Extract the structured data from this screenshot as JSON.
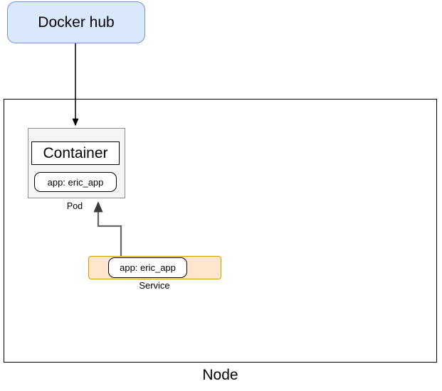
{
  "diagram": {
    "title_note": "Kubernetes node diagram",
    "docker_hub": {
      "label": "Docker hub",
      "fill": "#dae8fc",
      "stroke": "#7293cb"
    },
    "node": {
      "label": "Node",
      "fill": "#ffffff",
      "stroke": "#000000"
    },
    "pod": {
      "label": "Pod",
      "fill": "#f5f5f5",
      "stroke": "#8c8c8c",
      "container": {
        "label": "Container",
        "fill": "#ffffff",
        "stroke": "#000000"
      },
      "app_label": {
        "label": "app: eric_app",
        "fill": "#ffffff",
        "stroke": "#000000"
      }
    },
    "service": {
      "label": "Service",
      "fill": "#ffe6cc",
      "stroke": "#d79b00",
      "app_label": {
        "label": "app: eric_app",
        "fill": "#ffffff",
        "stroke": "#000000"
      }
    },
    "connectors": [
      {
        "name": "docker-hub-to-pod",
        "from": "Docker hub",
        "to": "Pod",
        "color": "#000000",
        "arrowhead": "end"
      },
      {
        "name": "service-to-pod",
        "from": "Service",
        "to": "Pod",
        "color": "#666666",
        "arrowhead": "end"
      }
    ]
  }
}
